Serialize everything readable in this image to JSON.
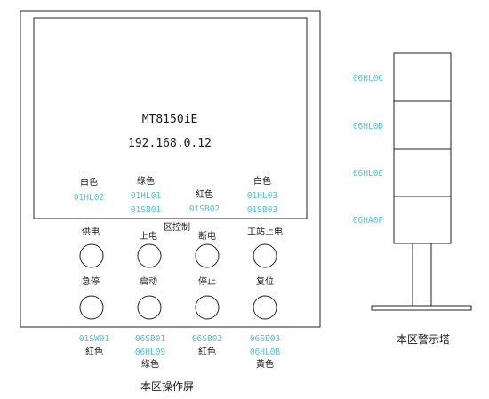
{
  "panel": {
    "screen": {
      "model": "MT8150iE",
      "ip": "192.168.0.12"
    },
    "lamps": [
      {
        "color": "白色",
        "codes": [
          "01HL02"
        ]
      },
      {
        "color": "綠色",
        "codes": [
          "01HL01",
          "01SB01"
        ]
      },
      {
        "color": "紅色",
        "codes": [
          "01SB02"
        ]
      },
      {
        "color": "白色",
        "codes": [
          "01HL03",
          "01SB03"
        ]
      }
    ],
    "zone_label": "区控制",
    "button_row1": [
      "供电",
      "上电",
      "断电",
      "工站上电"
    ],
    "button_row2": [
      "急停",
      "启动",
      "停止",
      "复位"
    ],
    "bottom_codes": [
      {
        "codes": [
          "01SW01"
        ],
        "color": "紅色"
      },
      {
        "codes": [
          "06SB01",
          "06HL09"
        ],
        "color": "綠色"
      },
      {
        "codes": [
          "06SB02"
        ],
        "color": "紅色"
      },
      {
        "codes": [
          "06SB03",
          "06HL0B"
        ],
        "color": "黃色"
      }
    ],
    "caption": "本区操作屏"
  },
  "tower": {
    "segments": [
      "06HL0C",
      "06HL0D",
      "06HL0E",
      "06HA0F"
    ],
    "caption": "本区警示塔"
  }
}
